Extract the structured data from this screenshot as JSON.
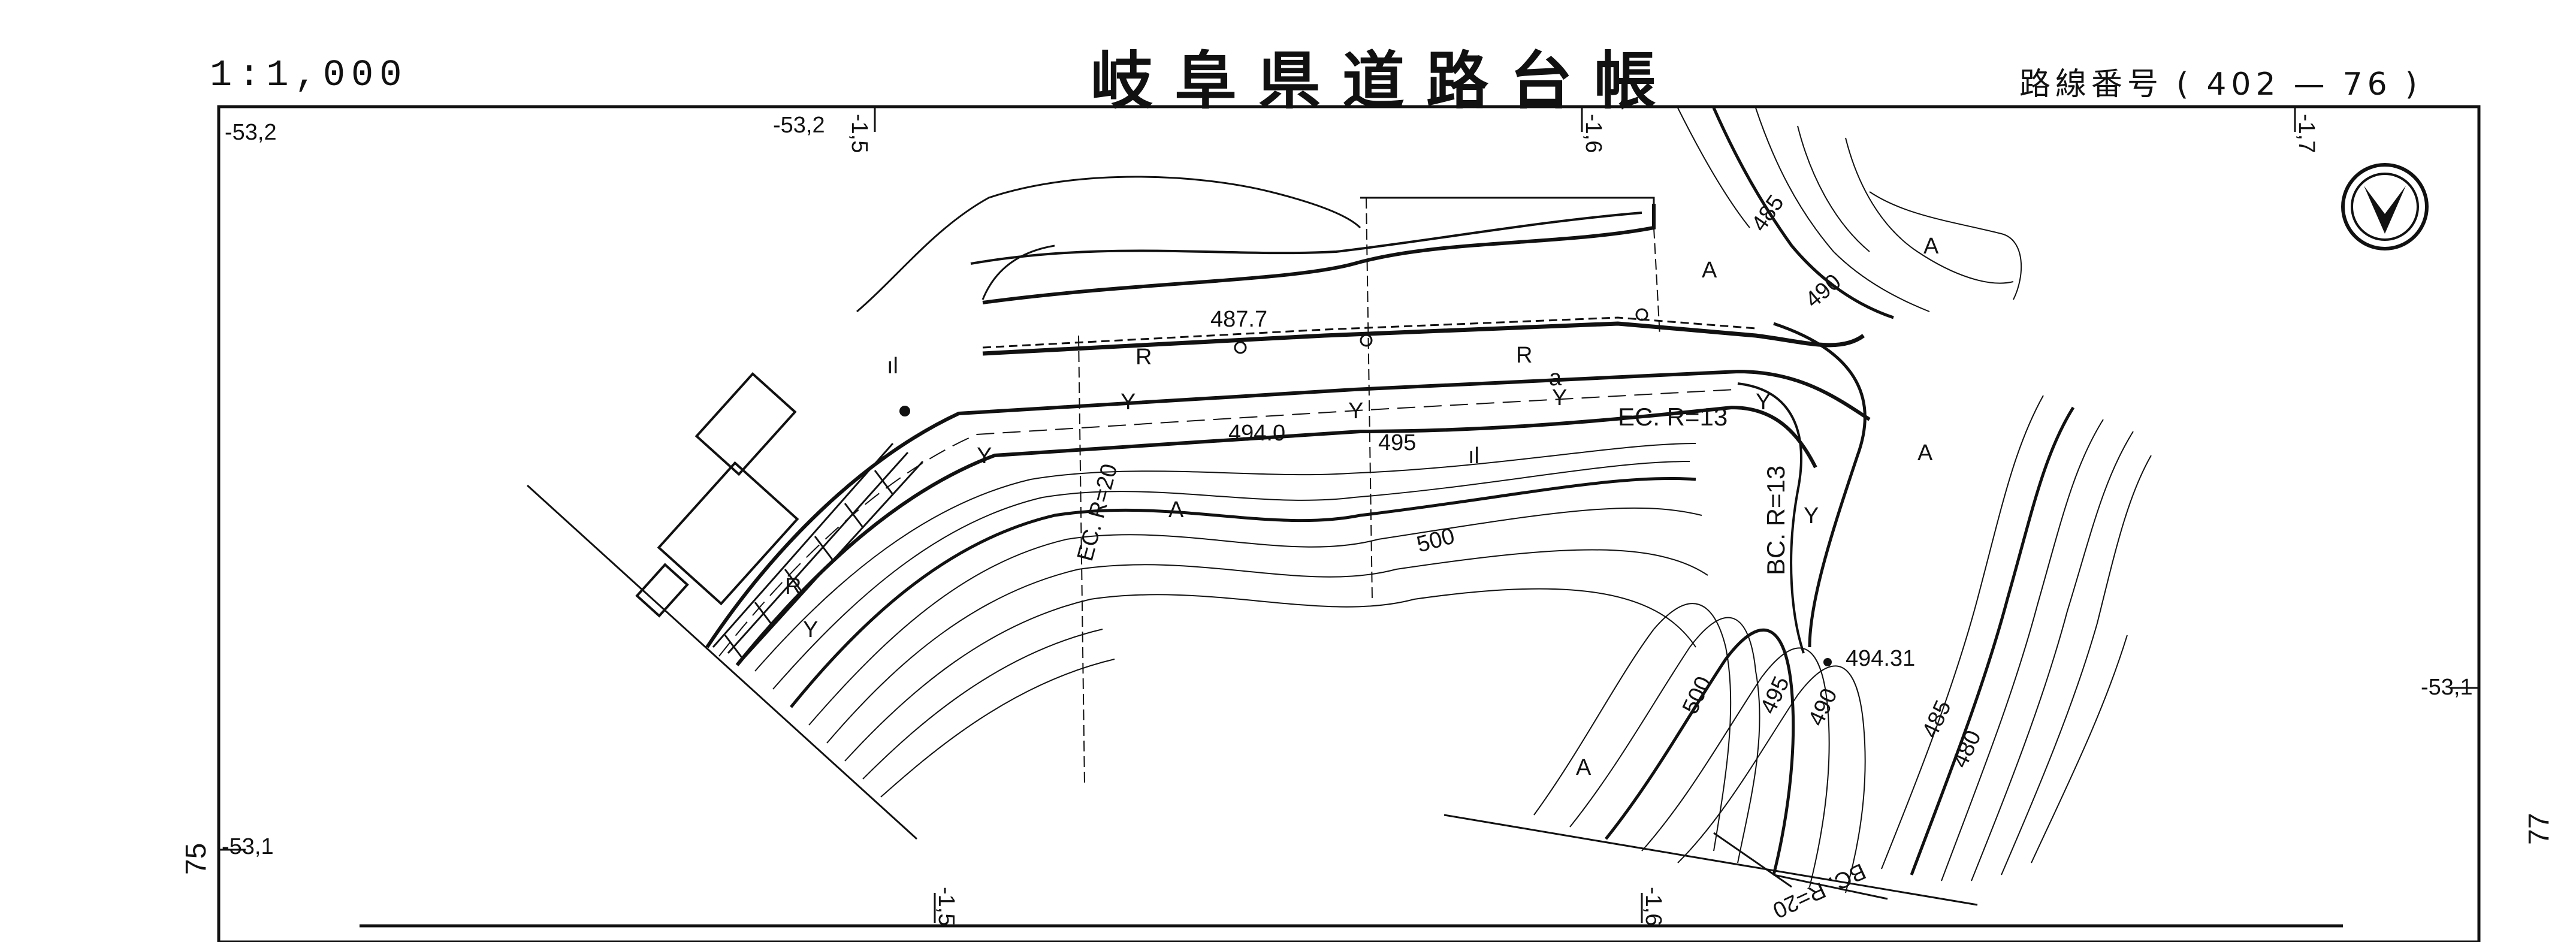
{
  "header": {
    "scale": "1:1,000",
    "title": "岐阜県道路台帳",
    "route_label": "路線番号",
    "route_open": "(",
    "route_number": "402",
    "route_dash": "—",
    "route_sheet": "76",
    "route_close": ")"
  },
  "grid": {
    "top_left_coord": "-53,2",
    "top_mid_coord": "-53,2",
    "top_tick_1": "-1,5",
    "top_tick_2": "-1,6",
    "top_tick_3": "-1,7",
    "right_coord": "-53,1",
    "bottom_left_coord": "-53,1",
    "bottom_tick_1": "-1,5",
    "bottom_tick_2": "-1,6"
  },
  "adjacent_sheets": {
    "left": "75",
    "right": "77"
  },
  "elevations": {
    "e1": "487.7",
    "e2": "494.0",
    "e3": "494.31",
    "c485a": "485",
    "c490a": "490",
    "c495a": "495",
    "c500a": "500",
    "c500b": "500",
    "c495b": "495",
    "c490b": "490",
    "c485b": "485",
    "c480": "480"
  },
  "curves": {
    "ec_r13": "EC. R=13",
    "bc_r13": "BC. R=13",
    "ec_r20": "EC. R=20",
    "bc_r20": "BC. R=20"
  },
  "symbols": {
    "road": "R",
    "ditch": "Y",
    "gutter": "a",
    "field": "A",
    "tree": "ıl"
  },
  "north_arrow_icon": "north-arrow-icon"
}
